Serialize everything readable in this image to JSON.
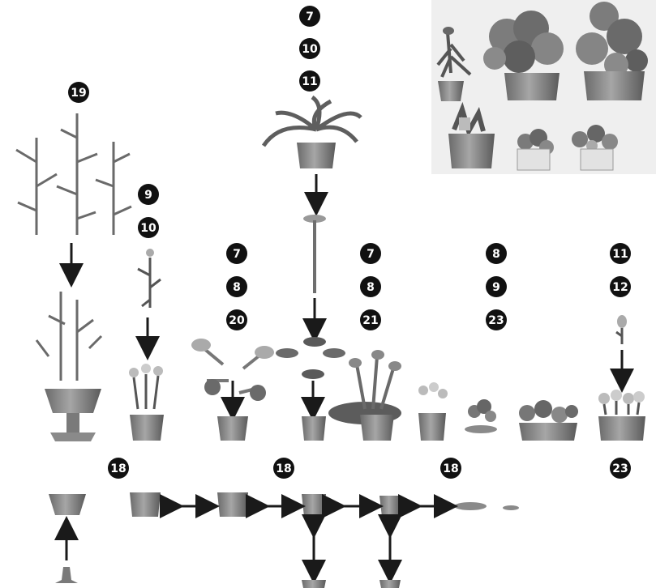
{
  "colors": {
    "badge": "#111111",
    "badge_text": "#ffffff",
    "pot": "#8a8a8a",
    "pot_dark": "#5e5e5e",
    "pot_light": "#b4b4b4",
    "leaf": "#7c7c7c",
    "leaf_dark": "#4e4e4e",
    "flower": "#c8c8c8",
    "arrow": "#1a1a1a",
    "panel": "#efefef"
  },
  "badges": {
    "top_col": [
      "7",
      "10",
      "11"
    ],
    "tall_plant": [
      "19"
    ],
    "flower_stem": [
      "9",
      "10"
    ],
    "group_a": [
      "7",
      "8",
      "20"
    ],
    "group_b": [
      "7",
      "8",
      "21"
    ],
    "group_c": [
      "8",
      "9",
      "23"
    ],
    "group_d": [
      "11",
      "12"
    ],
    "pot_row": [
      "18",
      "18",
      "18",
      "23"
    ]
  }
}
